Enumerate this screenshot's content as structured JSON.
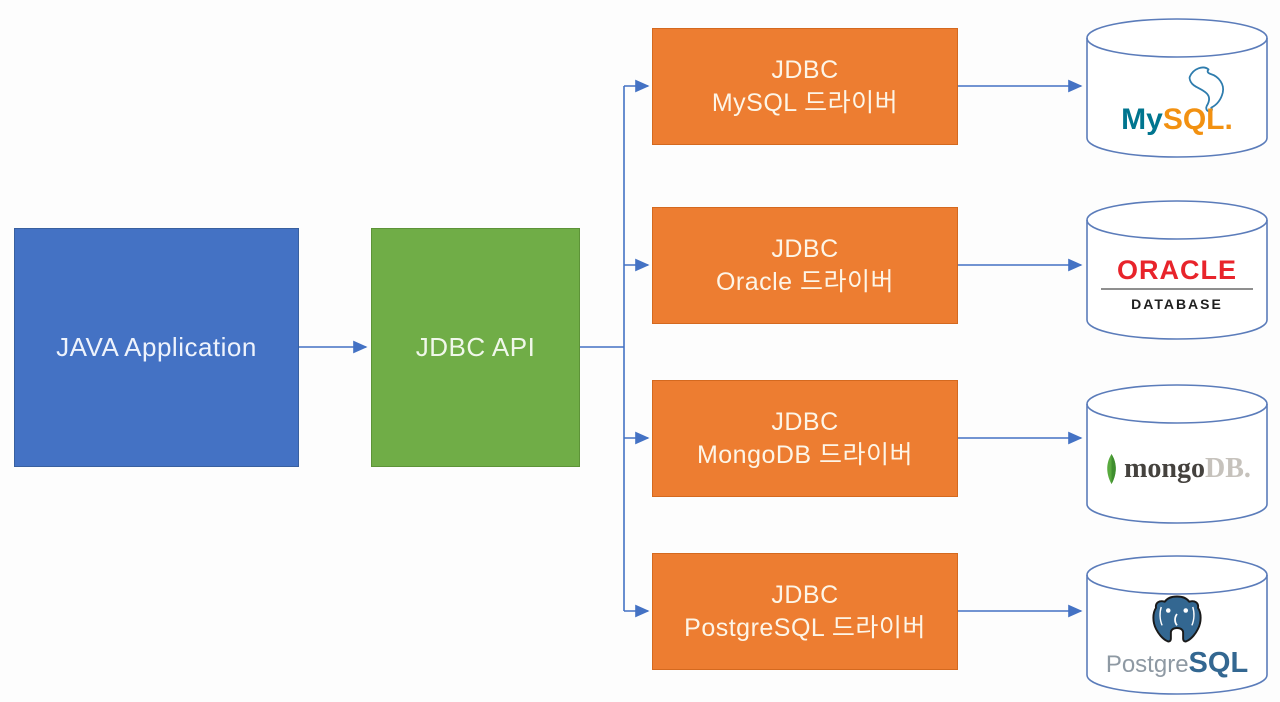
{
  "nodes": {
    "java_app": {
      "label": "JAVA Application"
    },
    "jdbc_api": {
      "label": "JDBC API"
    }
  },
  "drivers": [
    {
      "line1": "JDBC",
      "line2": "MySQL 드라이버"
    },
    {
      "line1": "JDBC",
      "line2": "Oracle 드라이버"
    },
    {
      "line1": "JDBC",
      "line2": "MongoDB 드라이버"
    },
    {
      "line1": "JDBC",
      "line2": "PostgreSQL 드라이버"
    }
  ],
  "databases": [
    {
      "name": "MySQL",
      "logo": {
        "part1": "My",
        "part2": "SQL",
        "part3": "."
      }
    },
    {
      "name": "Oracle",
      "logo": {
        "line1": "ORACLE",
        "line2": "DATABASE"
      }
    },
    {
      "name": "MongoDB",
      "logo": {
        "part1": "mongo",
        "part2": "DB."
      }
    },
    {
      "name": "PostgreSQL",
      "logo": {
        "part1": "Postgre",
        "part2": "SQL"
      }
    }
  ],
  "icons": {
    "mysql": "mysql-dolphin-icon",
    "mongodb": "mongodb-leaf-icon",
    "postgresql": "postgresql-elephant-icon"
  },
  "colors": {
    "java_box": "#4472C4",
    "jdbc_box": "#70AD47",
    "driver_box": "#ED7D31",
    "connector": "#4472C4",
    "cylinder_outline": "#5B7CBA",
    "mysql_blue": "#00758F",
    "mysql_orange": "#F29111",
    "oracle_red": "#E8242B",
    "mongo_green": "#58AA3E",
    "mongo_text": "#45423E",
    "postgres_blue": "#336791",
    "postgres_gray": "#8E99A3"
  }
}
